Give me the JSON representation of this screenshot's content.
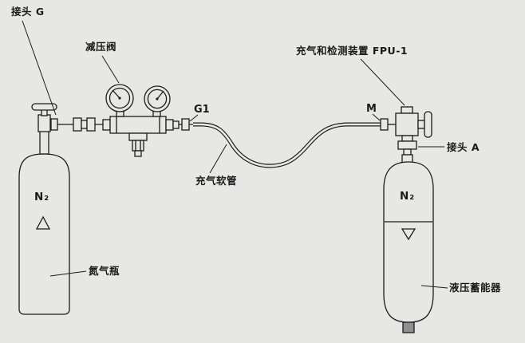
{
  "diagram": {
    "title_labels": {
      "connector_g": "接头 G",
      "pressure_reducing_valve": "减压阀",
      "charging_testing_device": "充气和检测装置 FPU-1",
      "g1": "G1",
      "m": "M",
      "connector_a": "接头 A",
      "charging_hose": "充气软管",
      "nitrogen_bottle": "氮气瓶",
      "hydraulic_accumulator": "液压蓄能器",
      "n2_left": "N₂",
      "n2_right": "N₂"
    },
    "colors": {
      "background": "#e7e7e5",
      "line": "#1c1c1c",
      "accumulator_port_fill": "#8f8f8f"
    }
  }
}
